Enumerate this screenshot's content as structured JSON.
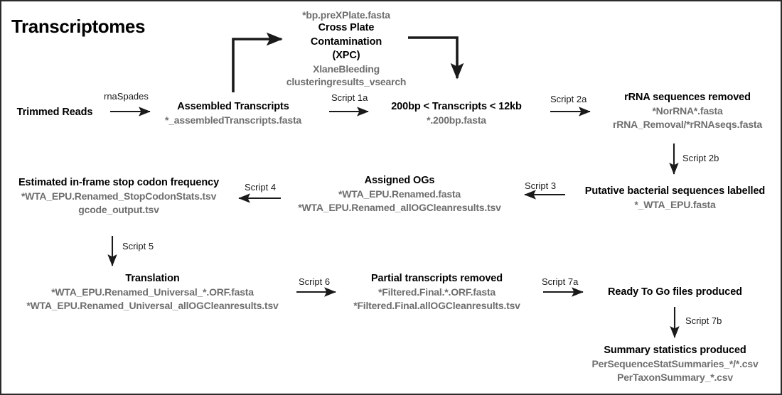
{
  "page": {
    "title": "Transcriptomes",
    "border_color": "#2b2b2b",
    "background": "#ffffff",
    "header_text_color": "#000000",
    "filename_text_color": "#6e6e6e",
    "arrow_color": "#1a1a1a"
  },
  "nodes": {
    "trimmed_reads": {
      "header": "Trimmed Reads"
    },
    "xpc": {
      "file_top": "*bp.preXPlate.fasta",
      "header_line1": "Cross Plate",
      "header_line2": "Contamination",
      "header_line3": "(XPC)",
      "file_1": "XlaneBleeding",
      "file_2": "clusteringresults_vsearch"
    },
    "assembled_transcripts": {
      "header": "Assembled Transcripts",
      "file_1": "*_assembledTranscripts.fasta"
    },
    "length_filter": {
      "header": "200bp < Transcripts < 12kb",
      "file_1": "*.200bp.fasta"
    },
    "rrna_removed": {
      "header": "rRNA sequences removed",
      "file_1": "*NorRNA*.fasta",
      "file_2": "rRNA_Removal/*rRNAseqs.fasta"
    },
    "bacterial_labelled": {
      "header": "Putative bacterial sequences labelled",
      "file_1": "*_WTA_EPU.fasta"
    },
    "assigned_ogs": {
      "header": "Assigned OGs",
      "file_1": "*WTA_EPU.Renamed.fasta",
      "file_2": "*WTA_EPU.Renamed_allOGCleanresults.tsv"
    },
    "stop_codon": {
      "header": "Estimated in-frame stop codon frequency",
      "file_1": "*WTA_EPU.Renamed_StopCodonStats.tsv",
      "file_2": "gcode_output.tsv"
    },
    "translation": {
      "header": "Translation",
      "file_1": "*WTA_EPU.Renamed_Universal_*.ORF.fasta",
      "file_2": "*WTA_EPU.Renamed_Universal_allOGCleanresults.tsv"
    },
    "partial_removed": {
      "header": "Partial transcripts removed",
      "file_1": "*Filtered.Final.*.ORF.fasta",
      "file_2": "*Filtered.Final.allOGCleanresults.tsv"
    },
    "ready_to_go": {
      "header": "Ready To Go files produced"
    },
    "summary_stats": {
      "header": "Summary statistics produced",
      "file_1": "PerSequenceStatSummaries_*/*.csv",
      "file_2": "PerTaxonSummary_*.csv"
    }
  },
  "edges": {
    "rnaspades": "rnaSpades",
    "script_1a": "Script 1a",
    "script_2a": "Script 2a",
    "script_2b": "Script 2b",
    "script_3": "Script 3",
    "script_4": "Script 4",
    "script_5": "Script 5",
    "script_6": "Script 6",
    "script_7a": "Script 7a",
    "script_7b": "Script 7b"
  }
}
